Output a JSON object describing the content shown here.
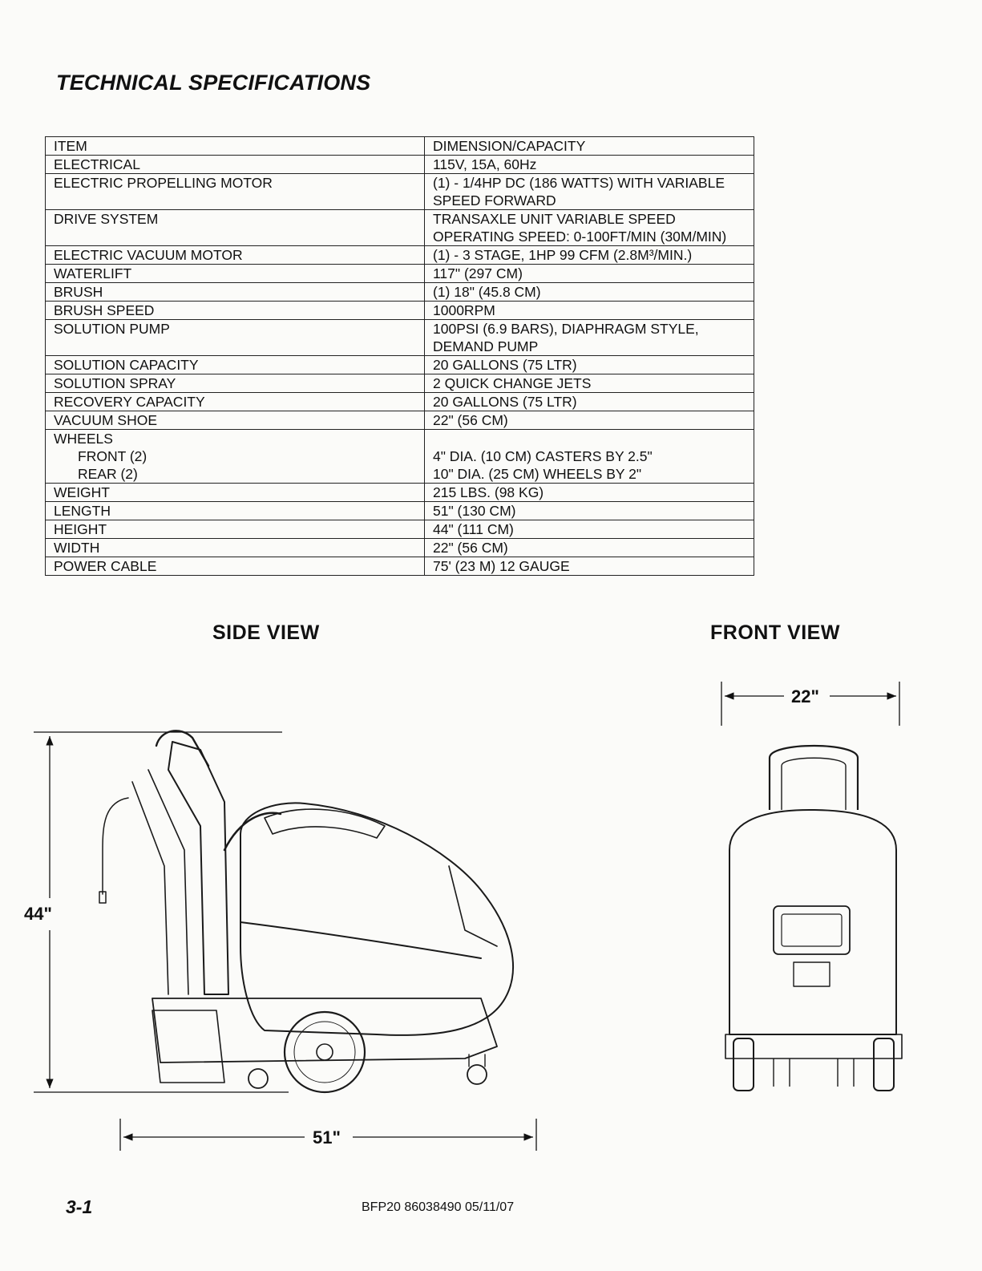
{
  "title": "TECHNICAL SPECIFICATIONS",
  "table": {
    "header": {
      "item": "ITEM",
      "value": "DIMENSION/CAPACITY"
    },
    "rows": [
      {
        "item": "ELECTRICAL",
        "value": "115V, 15A, 60Hz"
      },
      {
        "item": "ELECTRIC PROPELLING MOTOR",
        "value_lines": [
          "(1) - 1/4HP DC (186 WATTS) WITH VARIABLE",
          "SPEED FORWARD"
        ]
      },
      {
        "item": "DRIVE SYSTEM",
        "value_lines": [
          "TRANSAXLE UNIT VARIABLE SPEED",
          "OPERATING SPEED: 0-100FT/MIN (30M/MIN)"
        ]
      },
      {
        "item": "ELECTRIC VACUUM MOTOR",
        "value": "(1) - 3 STAGE, 1HP 99 CFM (2.8M³/MIN.)"
      },
      {
        "item": "WATERLIFT",
        "value": "117\" (297 CM)"
      },
      {
        "item": "BRUSH",
        "value": "(1) 18\" (45.8 CM)"
      },
      {
        "item": "BRUSH SPEED",
        "value": "1000RPM"
      },
      {
        "item": "SOLUTION PUMP",
        "value_lines": [
          "100PSI (6.9 BARS), DIAPHRAGM STYLE,",
          "DEMAND PUMP"
        ]
      },
      {
        "item": "SOLUTION CAPACITY",
        "value": "20 GALLONS (75 LTR)"
      },
      {
        "item": "SOLUTION SPRAY",
        "value": "2 QUICK CHANGE JETS"
      },
      {
        "item": "RECOVERY CAPACITY",
        "value": "20 GALLONS (75 LTR)"
      },
      {
        "item": "VACUUM SHOE",
        "value": "22\" (56 CM)"
      },
      {
        "item": "WHEELS",
        "value": ""
      },
      {
        "item": "FRONT (2)",
        "value": "4\" DIA. (10 CM) CASTERS BY 2.5\""
      },
      {
        "item": "REAR  (2)",
        "value": "10\" DIA. (25 CM) WHEELS BY 2\""
      },
      {
        "item": "WEIGHT",
        "value": "215 LBS. (98 KG)"
      },
      {
        "item": "LENGTH",
        "value": "51\" (130 CM)"
      },
      {
        "item": "HEIGHT",
        "value": "44\" (111 CM)"
      },
      {
        "item": "WIDTH",
        "value": "22\" (56 CM)"
      },
      {
        "item": "POWER CABLE",
        "value": "75' (23 M) 12 GAUGE"
      }
    ]
  },
  "side_view": {
    "label": "SIDE VIEW",
    "height_dim": "44\"",
    "length_dim": "51\""
  },
  "front_view": {
    "label": "FRONT VIEW",
    "width_dim": "22\""
  },
  "footer": {
    "page": "3-1",
    "doc": "BFP20  86038490  05/11/07"
  }
}
